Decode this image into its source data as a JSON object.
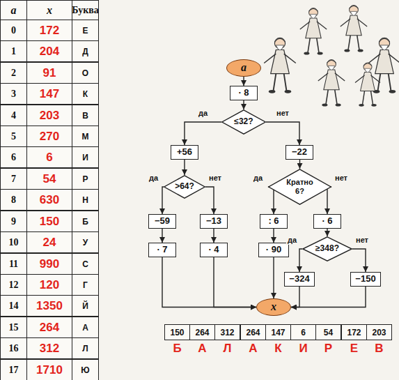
{
  "diagram": {
    "nodes": [
      {
        "text": [
          "a"
        ]
      },
      {
        "text": [
          "· 8"
        ]
      },
      {
        "text": [
          "≤32?"
        ]
      },
      {
        "text": [
          "+56"
        ]
      },
      {
        "text": [
          "−22"
        ]
      },
      {
        "text": [
          ">64?"
        ]
      },
      {
        "text": [
          "Кратно 6?"
        ]
      },
      {
        "text": [
          "−59"
        ]
      },
      {
        "text": [
          "−13"
        ]
      },
      {
        "text": [
          ": 6"
        ]
      },
      {
        "text": [
          "· 6"
        ]
      },
      {
        "text": [
          "· 7"
        ]
      },
      {
        "text": [
          "· 4"
        ]
      },
      {
        "text": [
          "· 90"
        ]
      },
      {
        "text": [
          "≥348?"
        ]
      },
      {
        "text": [
          "−324"
        ]
      },
      {
        "text": [
          "−150"
        ]
      },
      {
        "text": [
          "x"
        ]
      }
    ],
    "edges": [
      {
        "from": 0,
        "to": 1,
        "arrow": "to"
      },
      {
        "from": 1,
        "to": 2,
        "arrow": "to"
      },
      {
        "from": 2,
        "to": 3,
        "label": "да",
        "arrow": "to"
      },
      {
        "from": 2,
        "to": 4,
        "label": "нет",
        "arrow": "to"
      },
      {
        "from": 3,
        "to": 5,
        "arrow": "to"
      },
      {
        "from": 4,
        "to": 6,
        "arrow": "to"
      },
      {
        "from": 5,
        "to": 7,
        "label": "да",
        "arrow": "to"
      },
      {
        "from": 5,
        "to": 8,
        "label": "нет",
        "arrow": "to"
      },
      {
        "from": 6,
        "to": 9,
        "label": "да",
        "arrow": "to"
      },
      {
        "from": 6,
        "to": 10,
        "label": "нет",
        "arrow": "to"
      },
      {
        "from": 7,
        "to": 11,
        "arrow": "to"
      },
      {
        "from": 8,
        "to": 12,
        "arrow": "to"
      },
      {
        "from": 9,
        "to": 13,
        "arrow": "to"
      },
      {
        "from": 10,
        "to": 14,
        "arrow": "to"
      },
      {
        "from": 14,
        "to": 15,
        "label": "да",
        "arrow": "to"
      },
      {
        "from": 14,
        "to": 16,
        "label": "нет",
        "arrow": "to"
      },
      {
        "from": 11,
        "to": 17,
        "arrow": "to"
      },
      {
        "from": 12,
        "to": 17,
        "arrow": "to"
      },
      {
        "from": 13,
        "to": 17,
        "arrow": "to"
      },
      {
        "from": 15,
        "to": 17,
        "arrow": "to"
      },
      {
        "from": 16,
        "to": 17,
        "arrow": "to"
      }
    ],
    "labels": [
      "a",
      "x",
      "Буква",
      "0",
      "172",
      "Е",
      "1",
      "204",
      "Д",
      "2",
      "91",
      "О",
      "3",
      "147",
      "К",
      "4",
      "203",
      "В",
      "5",
      "270",
      "М",
      "6",
      "6",
      "И",
      "7",
      "54",
      "Р",
      "8",
      "630",
      "Н",
      "9",
      "150",
      "Б",
      "10",
      "24",
      "У",
      "11",
      "990",
      "С",
      "12",
      "120",
      "Г",
      "14",
      "1350",
      "Й",
      "15",
      "264",
      "А",
      "16",
      "312",
      "Л",
      "17",
      "1710",
      "Ю",
      "150",
      "264",
      "312",
      "264",
      "147",
      "6",
      "54",
      "172",
      "203",
      "Б",
      "А",
      "Л",
      "А",
      "К",
      "И",
      "Р",
      "Е",
      "В"
    ]
  }
}
